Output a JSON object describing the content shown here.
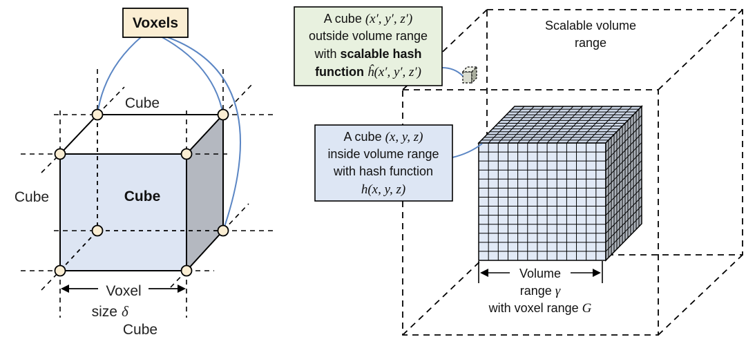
{
  "colors": {
    "cube_front": "#dde5f3",
    "cube_side": "#b4b8c0",
    "voxel_fill": "#fbeed3",
    "link_line": "#5b86c4",
    "voxels_box": "#fbeed3",
    "green_box": "#e8f1df",
    "blue_box": "#dde6f4",
    "grid_front": "#e1e9f6",
    "grid_side": "#aeb4bc",
    "grid_top": "#ccd6e6"
  },
  "left": {
    "voxels_label": "Voxels",
    "cube_top": "Cube",
    "cube_left": "Cube",
    "cube_center": "Cube",
    "cube_bottom": "Cube",
    "voxel_size_line1": "Voxel",
    "voxel_size_line2": "size",
    "voxel_size_symbol": "δ"
  },
  "right": {
    "scalable_line1": "Scalable volume",
    "scalable_line2": "range",
    "outside_line1_text": "A cube ",
    "outside_line1_math": "(x′, y′, z′)",
    "outside_line2": "outside volume range",
    "outside_line3_text": "with ",
    "outside_line3_bold": "scalable hash",
    "outside_line4_bold": "function ",
    "outside_line4_math": "ĥ(x′, y′, z′)",
    "inside_line1_text": "A cube ",
    "inside_line1_math": "(x, y, z)",
    "inside_line2": "inside volume range",
    "inside_line3": "with hash function",
    "inside_line4_math": "h(x, y, z)",
    "volume_line1": "Volume",
    "volume_line2_text": "range ",
    "volume_line2_math": "γ",
    "volume_line3_text": "with voxel range ",
    "volume_line3_math": "G"
  }
}
